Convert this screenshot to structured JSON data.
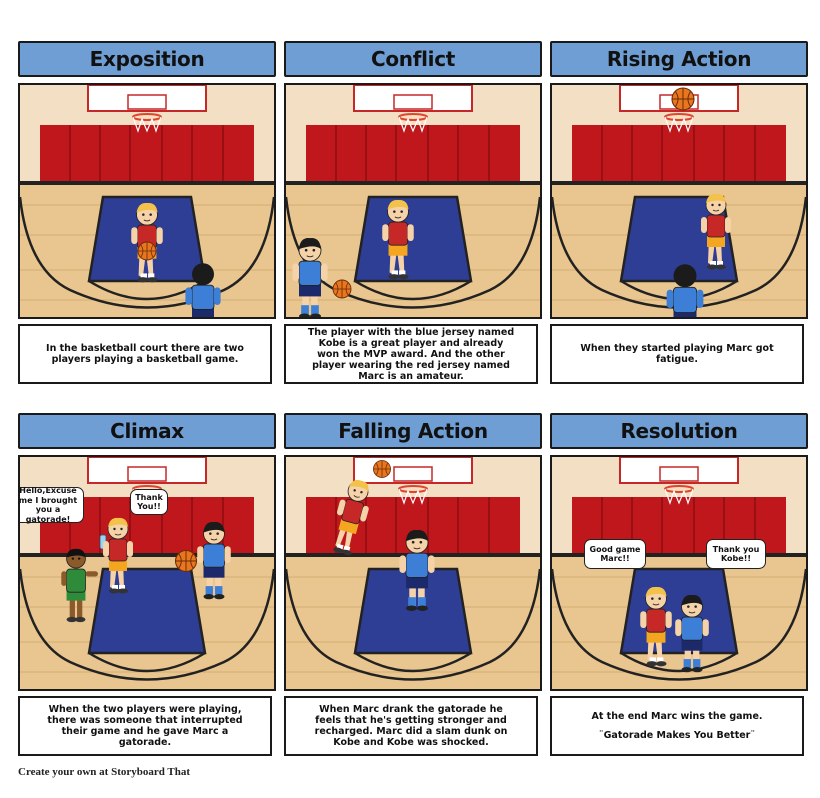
{
  "panels": [
    {
      "title": "Exposition",
      "caption": "In the basketball court there are two players playing a basketball game."
    },
    {
      "title": "Conflict",
      "caption": "The player with the blue jersey named Kobe is a great player and already won the MVP award. And the other player wearing the red jersey named Marc is an amateur."
    },
    {
      "title": "Rising Action",
      "caption": "When they started playing Marc got fatigue."
    },
    {
      "title": "Climax",
      "caption": "When the two players were playing, there was someone that interrupted their game and he gave Marc a gatorade."
    },
    {
      "title": "Falling Action",
      "caption": "When Marc drank the gatorade he feels that he's getting stronger and recharged. Marc did a slam dunk on Kobe and Kobe was shocked."
    },
    {
      "title": "Resolution",
      "caption": "At the end Marc wins the game.",
      "quote": "¨Gatorade Makes You Better¨"
    }
  ],
  "bubbles": {
    "climax_friend": "Hello,Excuse me I brought you a gatorade!",
    "climax_marc": "Thank You!!",
    "resolution_kobe": "Good game Marc!!",
    "resolution_marc": "Thank you Kobe!!"
  },
  "footer": "Create your own at Storyboard That",
  "colors": {
    "title_bg": "#6f9ed4",
    "wall": "#f2dfc4",
    "padding_red": "#c0171c",
    "floor": "#e9c690",
    "paint": "#2f3e95",
    "red_jersey": "#c62828",
    "blue_jersey": "#3d7fd6",
    "green_jersey": "#2e8b3a"
  }
}
